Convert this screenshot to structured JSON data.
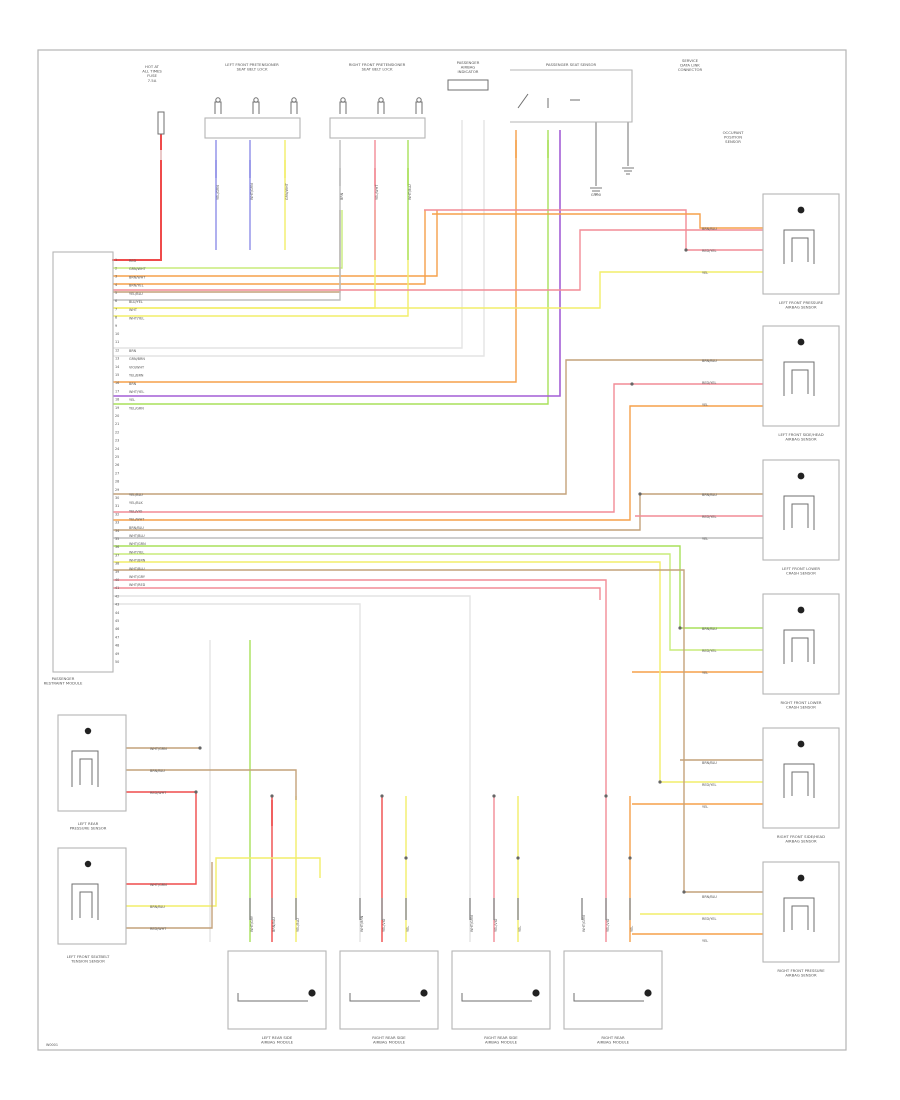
{
  "diagram": {
    "code": "W0001",
    "colors": {
      "frame": "#b5b5b5",
      "text": "#555555",
      "red": "#ef4b4b",
      "pink": "#f28b96",
      "orange": "#f5a04a",
      "yellow": "#f2ee6a",
      "green": "#a9e05a",
      "lime": "#c8ec7a",
      "blue": "#8f8fe8",
      "purple": "#a45fd6",
      "brown": "#c4a27a",
      "gray": "#bdbdbd",
      "white": "#e4e4e4"
    },
    "module": {
      "label": [
        "PASSENGER",
        "RESTRAINT MODULE"
      ],
      "pins": [
        "1",
        "2",
        "3",
        "4",
        "5",
        "6",
        "7",
        "8",
        "9",
        "10",
        "11",
        "12",
        "13",
        "14",
        "15",
        "16",
        "17",
        "18",
        "19",
        "20",
        "21",
        "22",
        "23",
        "24",
        "25",
        "26",
        "27",
        "28",
        "29",
        "30",
        "31",
        "32",
        "33",
        "34",
        "35",
        "36",
        "37",
        "38",
        "39",
        "40",
        "41",
        "42",
        "43",
        "44",
        "45",
        "46",
        "47",
        "48",
        "49",
        "50"
      ]
    },
    "top_components": [
      {
        "id": "fuse",
        "label": [
          "HOT AT",
          "ALL TIMES",
          "FUSE",
          "7.5A"
        ]
      },
      {
        "id": "left-retractor",
        "label": [
          "LEFT FRONT PRETENSIONER",
          "SEAT BELT LOCK"
        ]
      },
      {
        "id": "right-retractor",
        "label": [
          "RIGHT FRONT PRETENSIONER",
          "SEAT BELT LOCK"
        ]
      },
      {
        "id": "airbag-indicator",
        "label": [
          "PASSENGER",
          "AIRBAG",
          "INDICATOR"
        ]
      },
      {
        "id": "seat-sensor",
        "label": [
          "PASSENGER SEAT SENSOR"
        ]
      },
      {
        "id": "data-link",
        "label": [
          "SERVICE",
          "DATA LINK",
          "CONNECTOR"
        ]
      },
      {
        "id": "ground",
        "label": [
          "G100"
        ]
      },
      {
        "id": "rollover-sensor",
        "label": [
          "OCCUPANT",
          "POSITION",
          "SENSOR"
        ]
      }
    ],
    "right_sensors": [
      {
        "label": [
          "LEFT FRONT PRESSURE",
          "AIRBAG SENSOR"
        ]
      },
      {
        "label": [
          "LEFT FRONT SIDE/HEAD",
          "AIRBAG SENSOR"
        ]
      },
      {
        "label": [
          "LEFT FRONT LOWER",
          "CRASH SENSOR"
        ]
      },
      {
        "label": [
          "RIGHT FRONT LOWER",
          "CRASH SENSOR"
        ]
      },
      {
        "label": [
          "RIGHT FRONT SIDE/HEAD",
          "AIRBAG SENSOR"
        ]
      },
      {
        "label": [
          "RIGHT FRONT PRESSURE",
          "AIRBAG SENSOR"
        ]
      }
    ],
    "left_sensors": [
      {
        "label": [
          "LEFT REAR",
          "PRESSURE SENSOR"
        ]
      },
      {
        "label": [
          "LEFT FRONT SEATBELT",
          "TENSION SENSOR"
        ]
      }
    ],
    "bottom_modules": [
      {
        "label": [
          "LEFT REAR SIDE",
          "AIRBAG MODULE"
        ]
      },
      {
        "label": [
          "RIGHT REAR SIDE",
          "AIRBAG MODULE"
        ]
      },
      {
        "label": [
          "RIGHT REAR SIDE",
          "AIRBAG MODULE"
        ]
      },
      {
        "label": [
          "RIGHT REAR",
          "AIRBAG MODULE"
        ]
      }
    ],
    "wire_labels": {
      "module": [
        "RED",
        "GRN/WHT",
        "BRN/WHT",
        "BRN/YEL",
        "YEL/BLU",
        "BLU/YEL",
        "WHT",
        "WHT/YEL",
        "BRN",
        "GRN/BRN",
        "VIO/WHT",
        "YEL/BRN",
        "BRN",
        "WHT/YEL",
        "YEL",
        "YEL/GRN",
        "YEL/BLU",
        "YEL/BLK",
        "YEL/VIO",
        "YEL/WHT",
        "BRN/BLU",
        "WHT/BLU",
        "WHT/GRN",
        "WHT/YEL",
        "WHT/BRN",
        "WHT/BLU",
        "WHT/GRY",
        "WHT/RED"
      ],
      "right": [
        "BRN/BLU",
        "RED/YEL",
        "YEL"
      ],
      "left": [
        "WHT/GRN",
        "BRN/BLU",
        "RED/WHT"
      ]
    }
  }
}
